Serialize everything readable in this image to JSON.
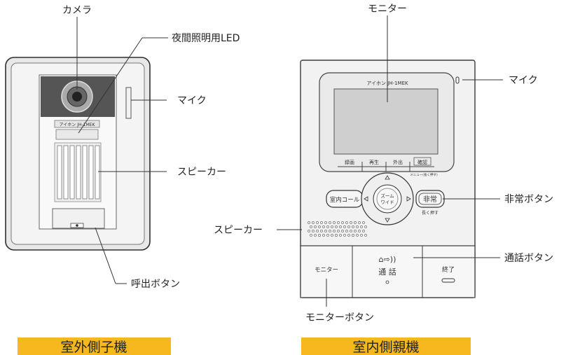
{
  "outdoor": {
    "title": "室外側子機",
    "brand_plate": "アイホン JH-1MEK",
    "labels": {
      "camera": "カメラ",
      "night_led": "夜間照明用LED",
      "mic": "マイク",
      "speaker": "スピーカー",
      "call_button": "呼出ボタン"
    }
  },
  "indoor": {
    "title": "室内側親機",
    "brand": "アイホン JH-1MEK",
    "labels": {
      "monitor": "モニター",
      "mic": "マイク",
      "emergency_button": "非常ボタン",
      "speaker": "スピーカー",
      "talk_button": "通話ボタン",
      "monitor_button": "モニターボタン"
    },
    "screen_buttons": [
      "録画",
      "再生",
      "外出",
      "確認"
    ],
    "screen_note": "メニュー(長く押す)",
    "room_call_button": "室内コール",
    "zoom_button": [
      "ズーム",
      "ワイド"
    ],
    "emergency_key": "非常",
    "emergency_note": "長く押す",
    "bottom_keys": {
      "monitor": "モニター",
      "talk_icon": "⌂⇨))",
      "talk": "通 話",
      "end": "終了"
    }
  },
  "colors": {
    "caption_bg": "#f7b81f",
    "panel_frame": "#3a3a3a",
    "screen": "#cfcfcf"
  }
}
